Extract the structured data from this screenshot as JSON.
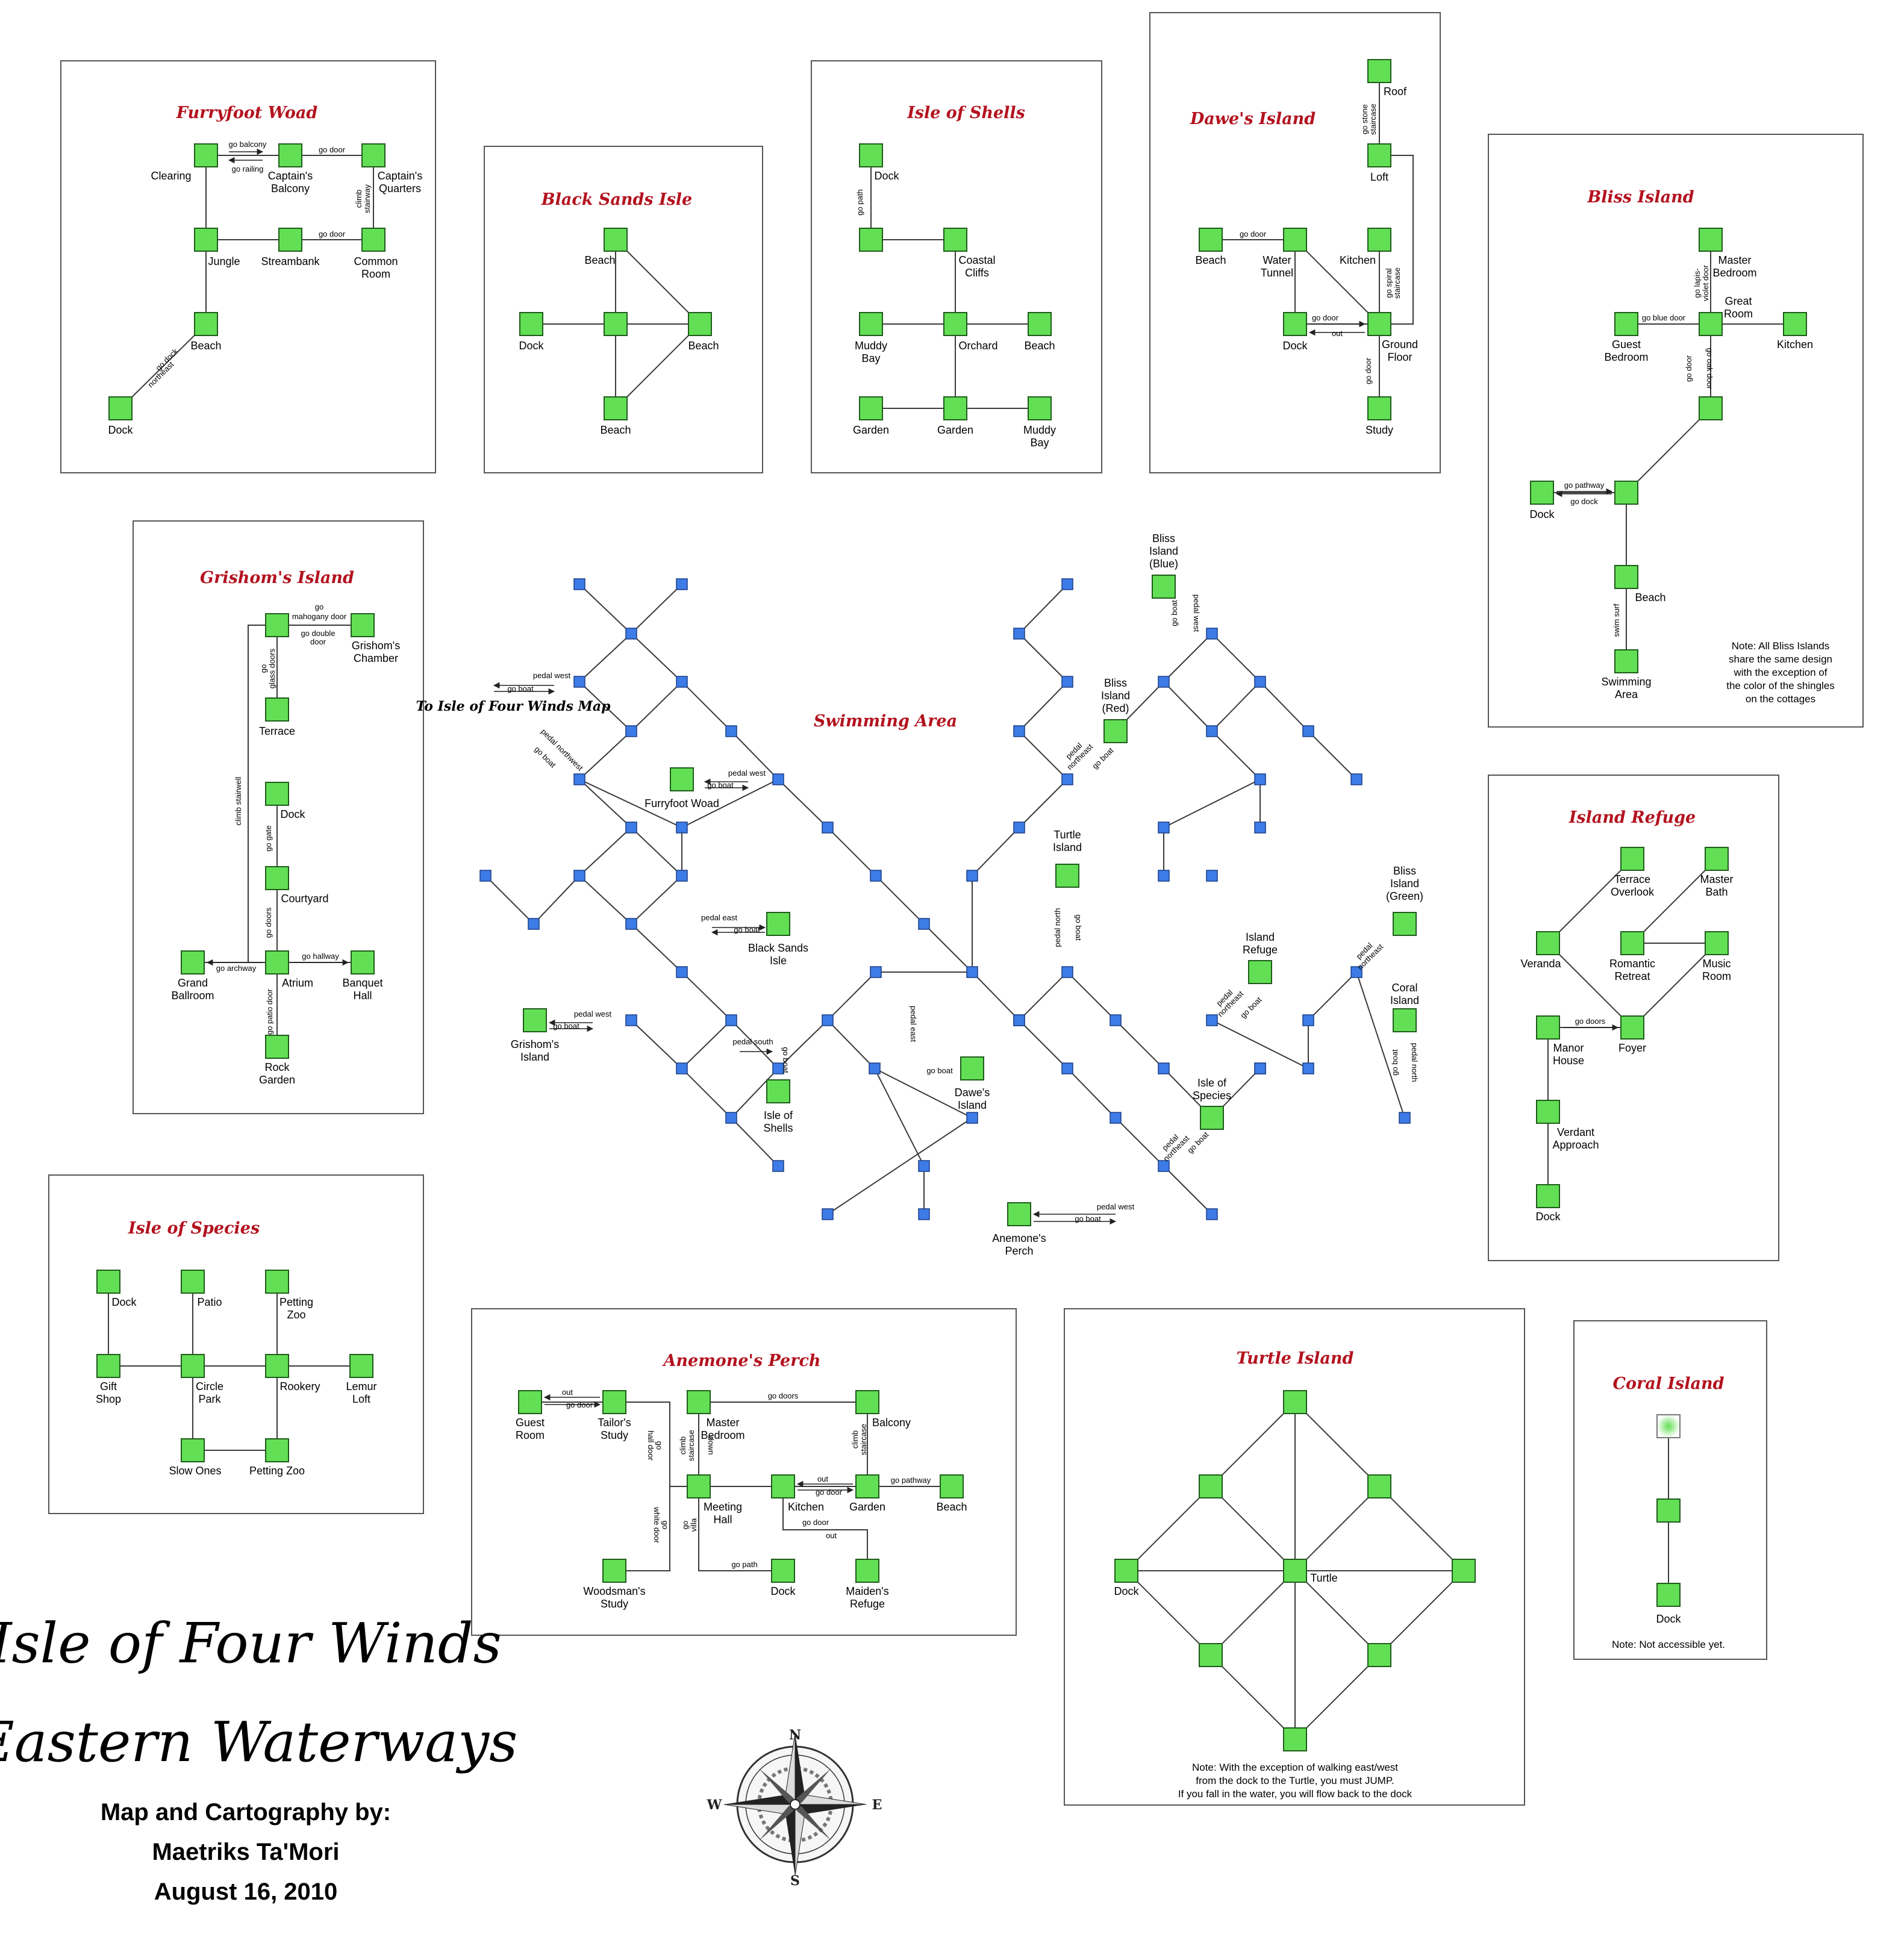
{
  "colors": {
    "title": "#b3121e",
    "room": "#63df55",
    "node": "#3d7be6",
    "border": "#555555"
  },
  "map_title_line1": "Isle of Four Winds",
  "map_title_line2": "Eastern Waterways",
  "credits": [
    "Map and Cartography by:",
    "Maetriks Ta'Mori",
    "August 16, 2010"
  ],
  "compass": {
    "n": "N",
    "e": "E",
    "s": "S",
    "w": "W",
    "icon": "compass-rose-icon"
  },
  "panels": [
    {
      "id": "furryfoot",
      "title": "Furryfoot Woad",
      "rooms": [
        "Clearing",
        "Captain's Balcony",
        "Captain's Quarters",
        "Jungle",
        "Streambank",
        "Common Room",
        "Beach",
        "Dock"
      ],
      "exits": [
        "go balcony",
        "go railing",
        "go door",
        "climb stairway",
        "go door",
        "go dock",
        "northeast"
      ]
    },
    {
      "id": "blacksands",
      "title": "Black Sands Isle",
      "rooms": [
        "Beach",
        "Dock",
        "Beach",
        "Beach"
      ],
      "exits": []
    },
    {
      "id": "shells",
      "title": "Isle of Shells",
      "rooms": [
        "Dock",
        "Coastal Cliffs",
        "Muddy Bay",
        "Orchard",
        "Beach",
        "Garden",
        "Garden",
        "Muddy Bay"
      ],
      "exits": [
        "go path"
      ]
    },
    {
      "id": "dawes",
      "title": "Dawe's Island",
      "rooms": [
        "Roof",
        "Loft",
        "Beach",
        "Water Tunnel",
        "Kitchen",
        "Dock",
        "Ground Floor",
        "Study"
      ],
      "exits": [
        "go stone staircase",
        "go door",
        "go spiral staircase",
        "go door",
        "out",
        "go door"
      ]
    },
    {
      "id": "bliss",
      "title": "Bliss Island",
      "rooms": [
        "Master Bedroom",
        "Great Room",
        "Guest Bedroom",
        "Kitchen",
        "Dock",
        "Beach",
        "Swimming Area"
      ],
      "exits": [
        "go lapis-violet door",
        "go blue door",
        "go oak door",
        "go door",
        "go pathway",
        "go dock",
        "swim surf"
      ],
      "note": [
        "Note: All Bliss Islands",
        "share the same design",
        "with the exception of",
        "the color of the shingles",
        "on the cottages"
      ]
    },
    {
      "id": "grishom",
      "title": "Grishom's Island",
      "rooms": [
        "Grishom's Chamber",
        "Terrace",
        "Dock",
        "Courtyard",
        "Grand Ballroom",
        "Atrium",
        "Banquet Hall",
        "Rock Garden"
      ],
      "exits": [
        "go mahogany door",
        "go double door",
        "go glass doors",
        "climb stairwell",
        "go gate",
        "go doors",
        "go archway",
        "go hallway",
        "go patio door"
      ]
    },
    {
      "id": "refuge",
      "title": "Island Refuge",
      "rooms": [
        "Terrace Overlook",
        "Master Bath",
        "Veranda",
        "Romantic Retreat",
        "Music Room",
        "Manor House",
        "Foyer",
        "Verdant Approach",
        "Dock"
      ],
      "exits": [
        "go doors"
      ]
    },
    {
      "id": "species",
      "title": "Isle of Species",
      "rooms": [
        "Dock",
        "Patio",
        "Petting Zoo",
        "Gift Shop",
        "Circle Park",
        "Rookery",
        "Lemur Loft",
        "Slow Ones",
        "Petting Zoo"
      ],
      "exits": []
    },
    {
      "id": "anemone",
      "title": "Anemone's Perch",
      "rooms": [
        "Guest Room",
        "Tailor's Study",
        "Master Bedroom",
        "Balcony",
        "Meeting Hall",
        "Kitchen",
        "Garden",
        "Beach",
        "Woodsman's Study",
        "Dock",
        "Maiden's Refuge"
      ],
      "exits": [
        "out",
        "go door",
        "go doors",
        "go hall door",
        "climb staircase",
        "down",
        "climb staircase",
        "out",
        "go door",
        "go pathway",
        "go white door",
        "go villa",
        "go door",
        "out",
        "go path"
      ]
    },
    {
      "id": "turtle",
      "title": "Turtle Island",
      "rooms": [
        "Dock",
        "Turtle"
      ],
      "note": [
        "Note: With the exception of walking east/west",
        "from the dock to the Turtle, you must JUMP.",
        "If you fall in the water, you will flow back to the dock"
      ]
    },
    {
      "id": "coral",
      "title": "Coral Island",
      "rooms": [
        "Dock"
      ],
      "note": [
        "Note: Not accessible yet."
      ]
    }
  ],
  "swimming": {
    "title": "Swimming Area",
    "to_main": "To Isle of Four Winds Map",
    "destinations": [
      "Bliss Island (Blue)",
      "Bliss Island (Red)",
      "Furryfoot Woad",
      "Turtle Island",
      "Bliss Island (Green)",
      "Island Refuge",
      "Coral Island",
      "Black Sands Isle",
      "Grishom's Island",
      "Isle of Shells",
      "Dawe's Island",
      "Isle of Species",
      "Anemone's Perch"
    ],
    "actions": [
      "pedal west",
      "go boat",
      "pedal northwest",
      "go boat",
      "pedal west",
      "go boat",
      "pedal west",
      "go boat",
      "pedal east",
      "go boat",
      "pedal west",
      "go boat",
      "pedal south",
      "go boat",
      "pedal east",
      "go boat",
      "pedal north",
      "go boat",
      "pedal west",
      "go boat",
      "pedal northeast",
      "go boat",
      "pedal northeast",
      "go boat",
      "pedal northeast",
      "go boat",
      "pedal northeast",
      "go boat",
      "pedal north",
      "go boat",
      "pedal west",
      "go boat"
    ]
  }
}
